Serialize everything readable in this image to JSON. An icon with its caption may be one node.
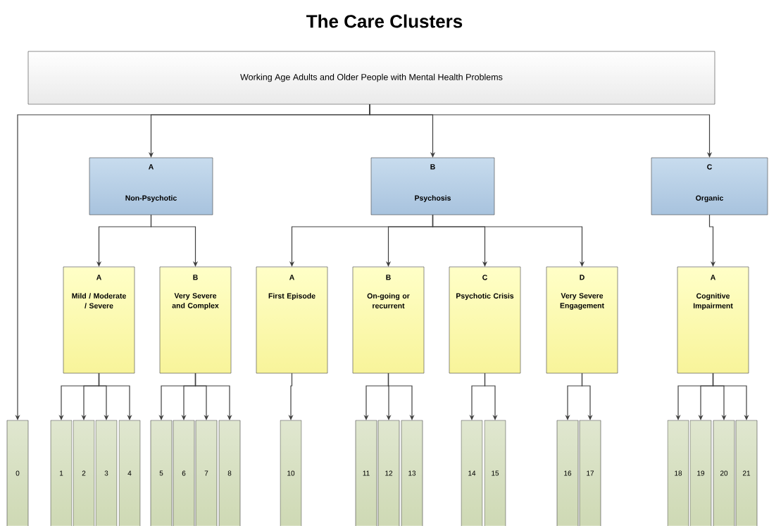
{
  "diagram": {
    "title": "The Care Clusters",
    "nodes": [
      {
        "text": [
          "Working Age Adults and Older People with Mental Health Problems"
        ]
      },
      {
        "text": [
          "A",
          "Non-Psychotic"
        ]
      },
      {
        "text": [
          "B",
          "Psychosis"
        ]
      },
      {
        "text": [
          "C",
          "Organic"
        ]
      },
      {
        "text": [
          "A",
          "Mild / Moderate / Severe"
        ]
      },
      {
        "text": [
          "B",
          "Very Severe and Complex"
        ]
      },
      {
        "text": [
          "A",
          "First Episode"
        ]
      },
      {
        "text": [
          "B",
          "On-going or recurrent"
        ]
      },
      {
        "text": [
          "C",
          "Psychotic Crisis"
        ]
      },
      {
        "text": [
          "D",
          "Very Severe Engagement"
        ]
      },
      {
        "text": [
          "A",
          "Cognitive Impairment"
        ]
      },
      {
        "text": [
          "0"
        ]
      },
      {
        "text": [
          "1"
        ]
      },
      {
        "text": [
          "2"
        ]
      },
      {
        "text": [
          "3"
        ]
      },
      {
        "text": [
          "4"
        ]
      },
      {
        "text": [
          "5"
        ]
      },
      {
        "text": [
          "6"
        ]
      },
      {
        "text": [
          "7"
        ]
      },
      {
        "text": [
          "8"
        ]
      },
      {
        "text": [
          "10"
        ]
      },
      {
        "text": [
          "11"
        ]
      },
      {
        "text": [
          "12"
        ]
      },
      {
        "text": [
          "13"
        ]
      },
      {
        "text": [
          "14"
        ]
      },
      {
        "text": [
          "15"
        ]
      },
      {
        "text": [
          "16"
        ]
      },
      {
        "text": [
          "17"
        ]
      },
      {
        "text": [
          "18"
        ]
      },
      {
        "text": [
          "19"
        ]
      },
      {
        "text": [
          "20"
        ]
      },
      {
        "text": [
          "21"
        ]
      }
    ],
    "edges": [
      {
        "from": 0,
        "to": 11,
        "arrow": "to"
      },
      {
        "from": 0,
        "to": 1,
        "arrow": "to"
      },
      {
        "from": 0,
        "to": 2,
        "arrow": "to"
      },
      {
        "from": 0,
        "to": 3,
        "arrow": "to"
      },
      {
        "from": 1,
        "to": 4,
        "arrow": "to"
      },
      {
        "from": 1,
        "to": 5,
        "arrow": "to"
      },
      {
        "from": 2,
        "to": 6,
        "arrow": "to"
      },
      {
        "from": 2,
        "to": 7,
        "arrow": "to"
      },
      {
        "from": 2,
        "to": 8,
        "arrow": "to"
      },
      {
        "from": 2,
        "to": 9,
        "arrow": "to"
      },
      {
        "from": 3,
        "to": 10,
        "arrow": "to"
      },
      {
        "from": 4,
        "to": 12,
        "arrow": "to"
      },
      {
        "from": 4,
        "to": 13,
        "arrow": "to"
      },
      {
        "from": 4,
        "to": 14,
        "arrow": "to"
      },
      {
        "from": 4,
        "to": 15,
        "arrow": "to"
      },
      {
        "from": 5,
        "to": 16,
        "arrow": "to"
      },
      {
        "from": 5,
        "to": 17,
        "arrow": "to"
      },
      {
        "from": 5,
        "to": 18,
        "arrow": "to"
      },
      {
        "from": 5,
        "to": 19,
        "arrow": "to"
      },
      {
        "from": 6,
        "to": 20,
        "arrow": "to"
      },
      {
        "from": 7,
        "to": 21,
        "arrow": "to"
      },
      {
        "from": 7,
        "to": 22,
        "arrow": "to"
      },
      {
        "from": 7,
        "to": 23,
        "arrow": "to"
      },
      {
        "from": 8,
        "to": 24,
        "arrow": "to"
      },
      {
        "from": 8,
        "to": 25,
        "arrow": "to"
      },
      {
        "from": 9,
        "to": 26,
        "arrow": "to"
      },
      {
        "from": 9,
        "to": 27,
        "arrow": "to"
      },
      {
        "from": 10,
        "to": 28,
        "arrow": "to"
      },
      {
        "from": 10,
        "to": 29,
        "arrow": "to"
      },
      {
        "from": 10,
        "to": 30,
        "arrow": "to"
      },
      {
        "from": 10,
        "to": 31,
        "arrow": "to"
      }
    ]
  }
}
